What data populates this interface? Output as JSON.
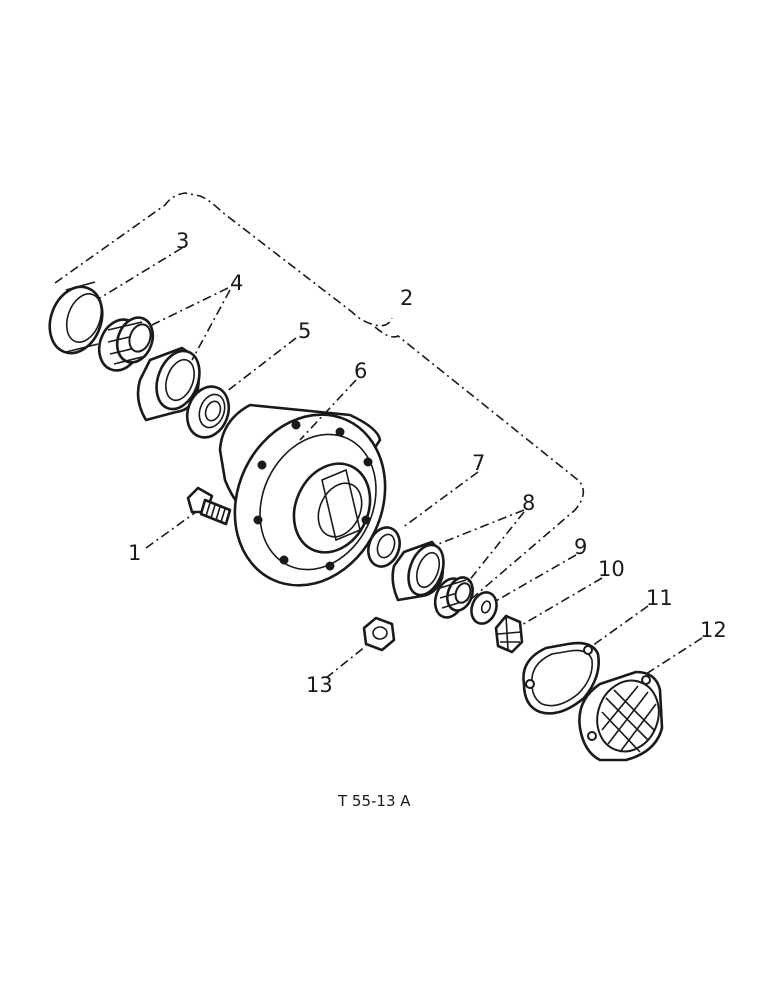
{
  "diagram": {
    "reference_code": "T 55-13 A",
    "callouts": [
      {
        "id": "1",
        "label": "1"
      },
      {
        "id": "2",
        "label": "2"
      },
      {
        "id": "3",
        "label": "3"
      },
      {
        "id": "4",
        "label": "4"
      },
      {
        "id": "5",
        "label": "5"
      },
      {
        "id": "6",
        "label": "6"
      },
      {
        "id": "7",
        "label": "7"
      },
      {
        "id": "8",
        "label": "8"
      },
      {
        "id": "9",
        "label": "9"
      },
      {
        "id": "10",
        "label": "10"
      },
      {
        "id": "11",
        "label": "11"
      },
      {
        "id": "12",
        "label": "12"
      },
      {
        "id": "13",
        "label": "13"
      }
    ]
  }
}
